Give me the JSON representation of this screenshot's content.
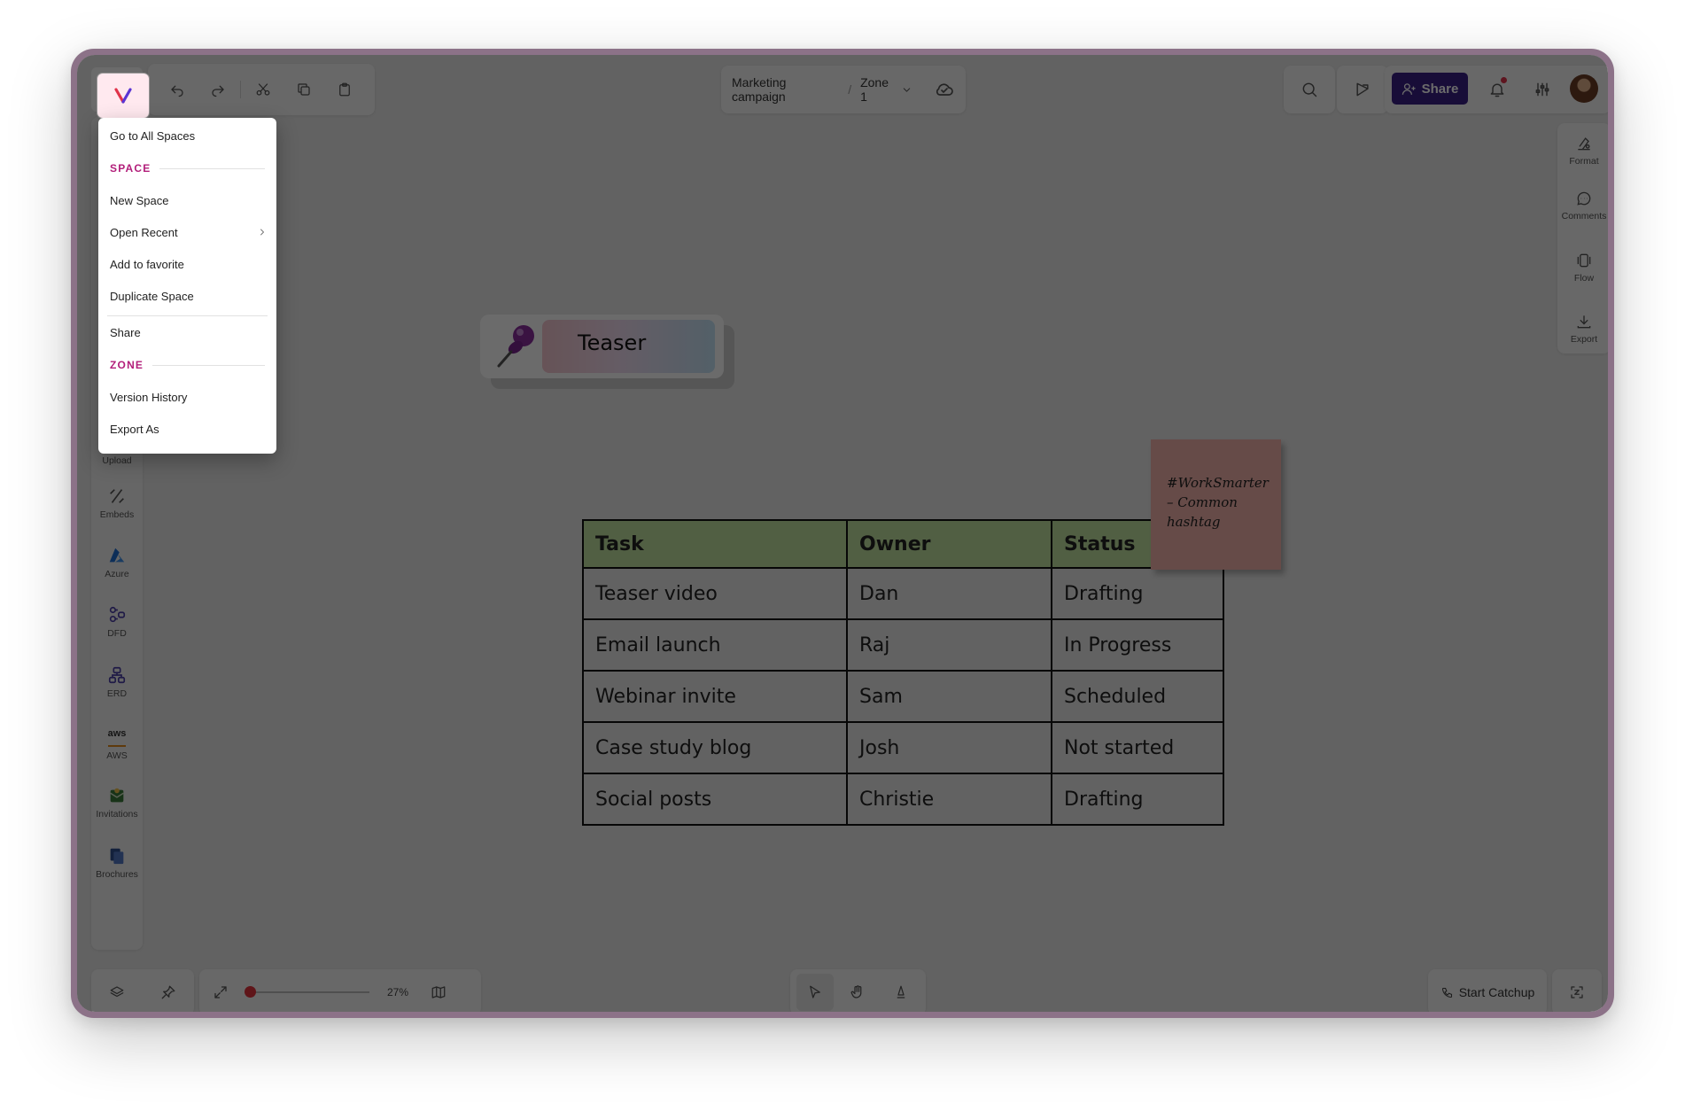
{
  "breadcrumb": {
    "project": "Marketing campaign",
    "separator": "/",
    "zone": "Zone 1"
  },
  "header": {
    "share_label": "Share"
  },
  "menu": {
    "go_all": "Go to All Spaces",
    "section_space": "SPACE",
    "new_space": "New Space",
    "open_recent": "Open Recent",
    "add_favorite": "Add to favorite",
    "duplicate_space": "Duplicate Space",
    "share": "Share",
    "section_zone": "ZONE",
    "version_history": "Version History",
    "export_as": "Export As"
  },
  "left_sidebar": {
    "items": [
      {
        "label": "Upload",
        "icon": "upload-icon"
      },
      {
        "label": "Embeds",
        "icon": "embeds-icon"
      },
      {
        "label": "Azure",
        "icon": "azure-icon"
      },
      {
        "label": "DFD",
        "icon": "dfd-icon"
      },
      {
        "label": "ERD",
        "icon": "erd-icon"
      },
      {
        "label": "AWS",
        "icon": "aws-icon"
      },
      {
        "label": "Invitations",
        "icon": "invitations-icon"
      },
      {
        "label": "Brochures",
        "icon": "brochures-icon"
      }
    ],
    "aws_glyph": "aws"
  },
  "right_sidebar": {
    "items": [
      {
        "label": "Format",
        "icon": "format-icon"
      },
      {
        "label": "Comments",
        "icon": "comments-icon"
      },
      {
        "label": "Flow",
        "icon": "flow-icon"
      },
      {
        "label": "Export",
        "icon": "export-icon"
      }
    ]
  },
  "canvas": {
    "teaser_label": "Teaser",
    "sticky_note": "#WorkSmarter – Common hashtag",
    "table": {
      "headers": [
        "Task",
        "Owner",
        "Status"
      ],
      "rows": [
        [
          "Teaser video",
          "Dan",
          "Drafting"
        ],
        [
          "Email launch",
          "Raj",
          "In Progress"
        ],
        [
          "Webinar invite",
          "Sam",
          "Scheduled"
        ],
        [
          "Case study blog",
          "Josh",
          "Not started"
        ],
        [
          "Social posts",
          "Christie",
          "Drafting"
        ]
      ]
    }
  },
  "bottom": {
    "zoom": "27%",
    "catchup_label": "Start Catchup"
  },
  "colors": {
    "brand": "#3a1f86",
    "menu_section": "#b21e7a",
    "table_header": "#c2e3a1",
    "sticky": "#f3b3ab",
    "notification_dot": "#e0334a"
  }
}
